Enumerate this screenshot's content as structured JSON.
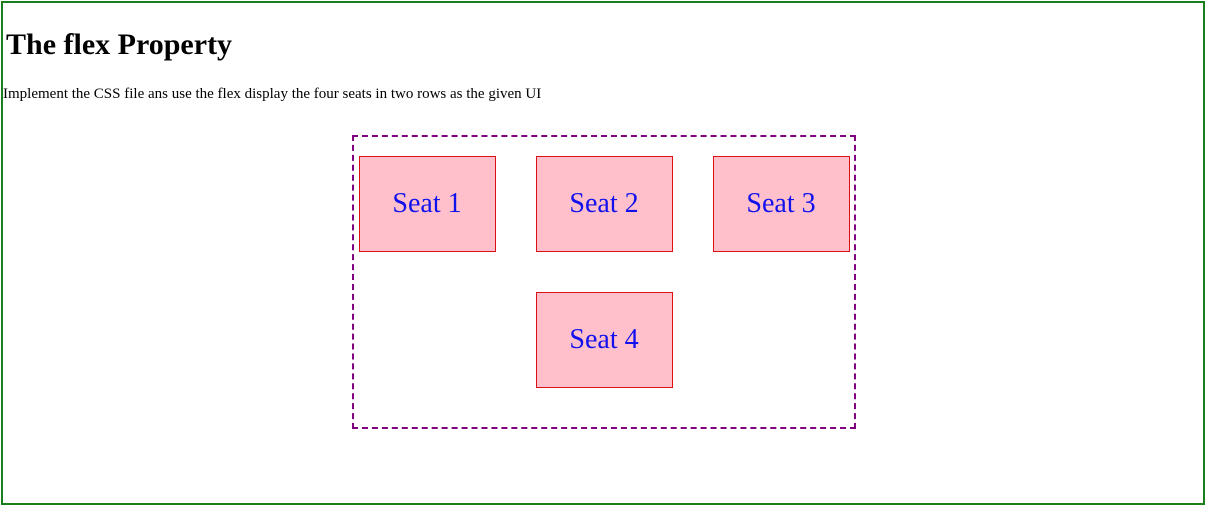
{
  "page": {
    "title": "The flex Property",
    "instruction": "Implement the CSS file ans use the flex display the four seats in two rows as the given UI"
  },
  "seats": [
    {
      "label": "Seat 1"
    },
    {
      "label": "Seat 2"
    },
    {
      "label": "Seat 3"
    },
    {
      "label": "Seat 4"
    }
  ],
  "colors": {
    "frame_border": "#1a7f1a",
    "container_border": "#800080",
    "seat_background": "#ffc0cb",
    "seat_border": "#dd1111",
    "seat_text": "#1111ee"
  }
}
